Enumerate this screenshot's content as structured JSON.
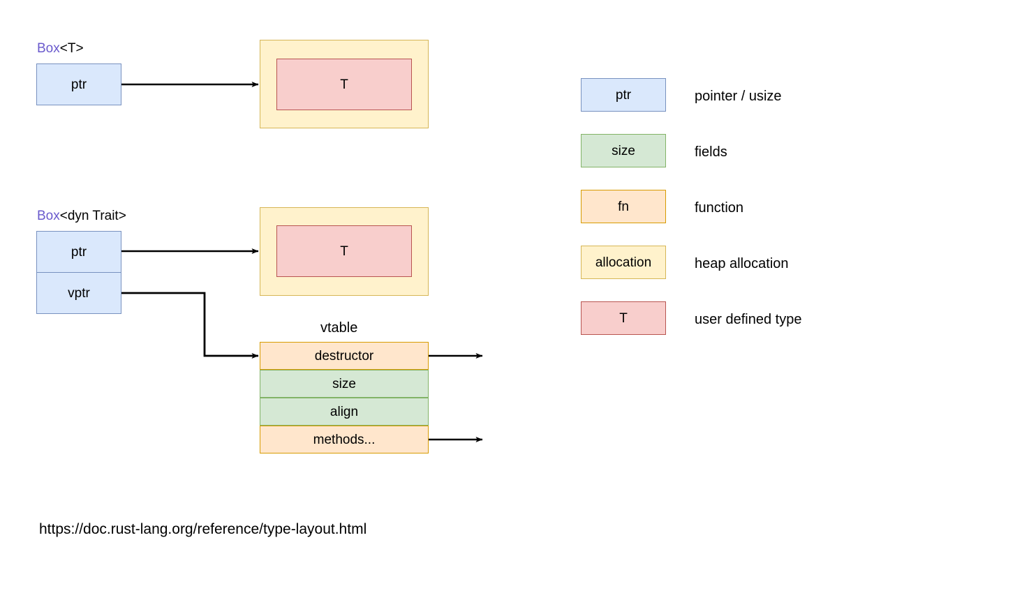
{
  "diagram": {
    "title_hidden": "",
    "source_url": "https://doc.rust-lang.org/reference/type-layout.html",
    "sections": {
      "box_t": {
        "label_keyword": "Box",
        "label_generic": "<T>",
        "ptr_field": "ptr",
        "allocation_inner": "T"
      },
      "box_dyn_trait": {
        "label_keyword": "Box",
        "label_generic": "<dyn Trait>",
        "ptr_field": "ptr",
        "vptr_field": "vptr",
        "allocation_inner": "T",
        "vtable_caption": "vtable",
        "vtable_rows": [
          {
            "label": "destructor",
            "kind": "fn",
            "has_pointer_dot": true
          },
          {
            "label": "size",
            "kind": "fields",
            "has_pointer_dot": false
          },
          {
            "label": "align",
            "kind": "fields",
            "has_pointer_dot": false
          },
          {
            "label": "methods...",
            "kind": "fn",
            "has_pointer_dot": true
          }
        ]
      }
    }
  },
  "legend": {
    "items": [
      {
        "swatch_label": "ptr",
        "description": "pointer / usize",
        "kind": "ptr"
      },
      {
        "swatch_label": "size",
        "description": "fields",
        "kind": "fields"
      },
      {
        "swatch_label": "fn",
        "description": "function",
        "kind": "fn"
      },
      {
        "swatch_label": "allocation",
        "description": "heap allocation",
        "kind": "alloc"
      },
      {
        "swatch_label": "T",
        "description": "user defined type",
        "kind": "udt"
      }
    ]
  },
  "colors": {
    "ptr_fill": "#dae8fc",
    "ptr_stroke": "#7891bf",
    "fields_fill": "#d5e8d4",
    "fields_stroke": "#82b366",
    "fn_fill": "#ffe6cc",
    "fn_stroke": "#d79b00",
    "alloc_fill": "#fff2cc",
    "alloc_stroke": "#d6b656",
    "udt_fill": "#f8cecc",
    "udt_stroke": "#b85450",
    "keyword_text": "#6a5acd",
    "wire": "#000000",
    "background": "#ffffff"
  }
}
